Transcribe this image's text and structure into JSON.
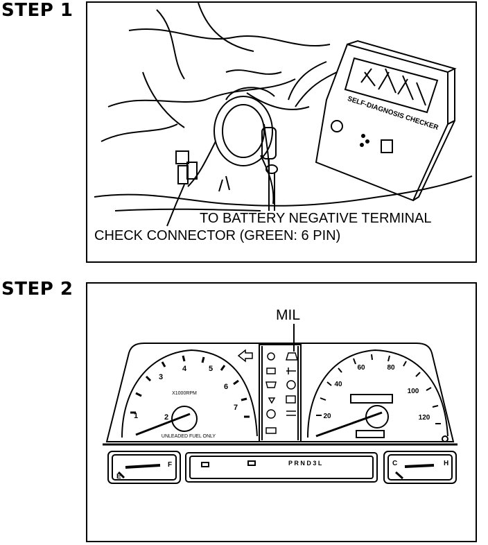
{
  "step1": {
    "label": "STEP 1",
    "callouts": {
      "battery": "TO BATTERY NEGATIVE TERMINAL",
      "connector": "CHECK CONNECTOR (GREEN: 6 PIN)"
    },
    "tester_label": "SELF-DIAGNOSIS CHECKER"
  },
  "step2": {
    "label": "STEP 2",
    "callouts": {
      "mil": "MIL"
    },
    "tach": {
      "numbers": [
        "1",
        "2",
        "3",
        "4",
        "5",
        "6",
        "7"
      ],
      "unit": "X1000RPM",
      "fuel_note": "UNLEADED FUEL ONLY"
    },
    "speedo": {
      "numbers": [
        "20",
        "40",
        "60",
        "80",
        "100",
        "120"
      ]
    },
    "fuel_gauge": {
      "empty": "E",
      "full": "F"
    },
    "temp_gauge": {
      "cold": "C",
      "hot": "H"
    },
    "gear": {
      "letters": "P R N D 3 L"
    }
  }
}
